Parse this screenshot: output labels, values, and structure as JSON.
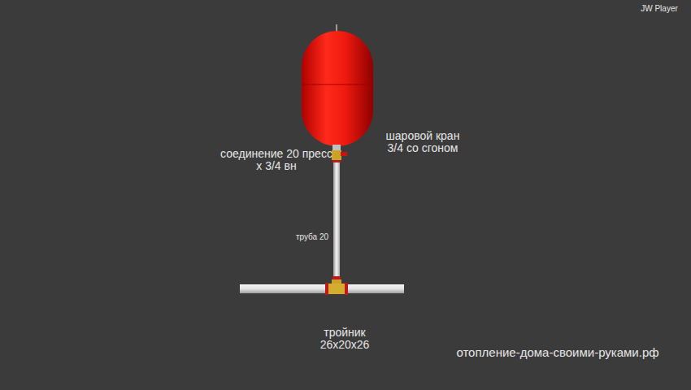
{
  "diagram": {
    "labels": [
      "JW Player",
      "соединение 20 пресс х 3/4 вн",
      "шаровой кран 3/4 со сгоном",
      "труба 20",
      "тройник 26х20х26",
      "отопление-дома-своими-руками.рф"
    ]
  }
}
